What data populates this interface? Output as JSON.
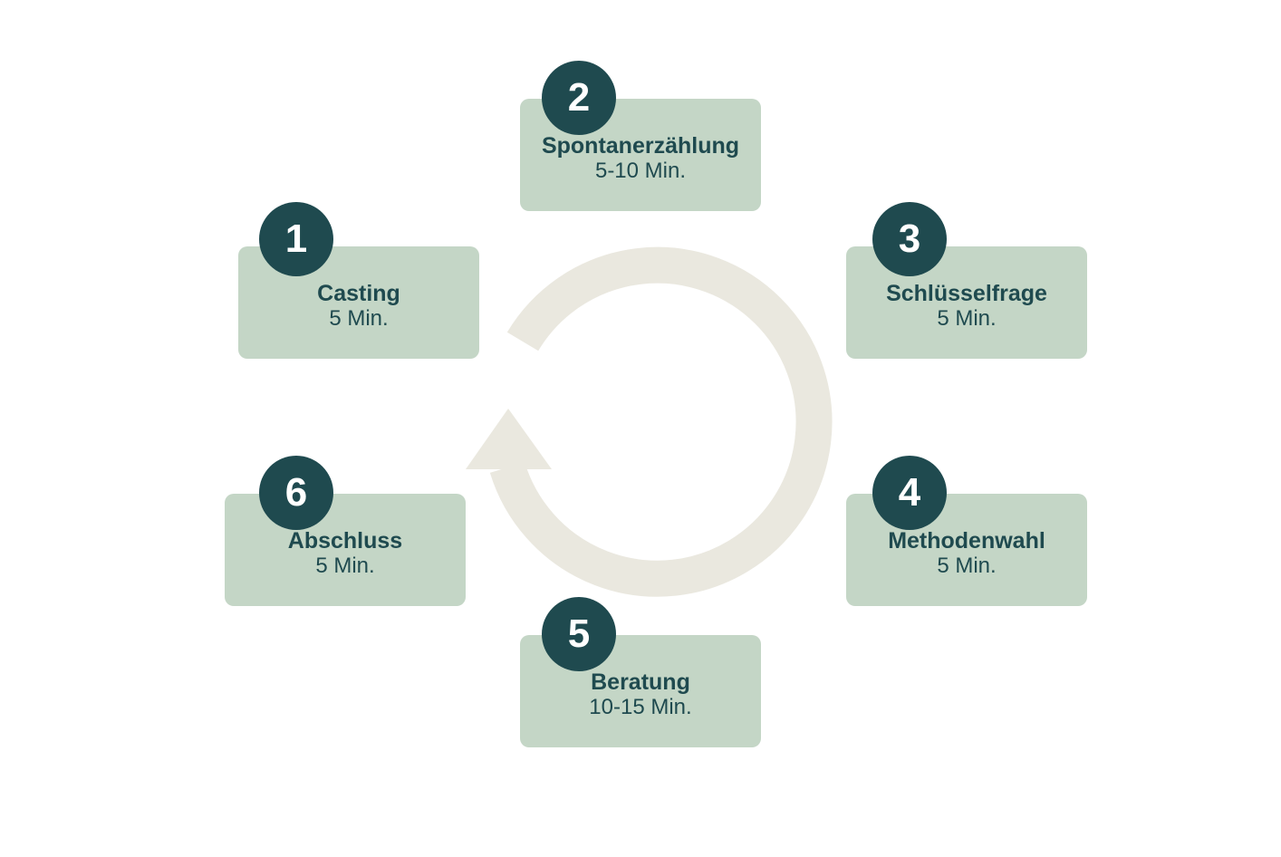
{
  "colors": {
    "card": "#c4d6c6",
    "badge": "#1f4a4f",
    "ring": "#eae8df"
  },
  "steps": [
    {
      "number": "1",
      "title": "Casting",
      "duration": "5 Min."
    },
    {
      "number": "2",
      "title": "Spontanerzählung",
      "duration": "5-10 Min."
    },
    {
      "number": "3",
      "title": "Schlüsselfrage",
      "duration": "5 Min."
    },
    {
      "number": "4",
      "title": "Methodenwahl",
      "duration": "5 Min."
    },
    {
      "number": "5",
      "title": "Beratung",
      "duration": "10-15 Min."
    },
    {
      "number": "6",
      "title": "Abschluss",
      "duration": "5 Min."
    }
  ]
}
